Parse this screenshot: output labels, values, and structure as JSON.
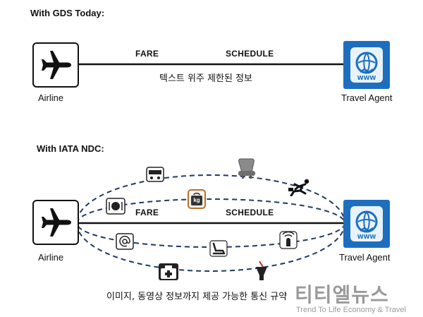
{
  "section_gds": {
    "heading": "With GDS Today:",
    "airline_label": "Airline",
    "agent_label": "Travel Agent",
    "fare_label": "FARE",
    "schedule_label": "SCHEDULE",
    "caption": "텍스트 위주 제한된 정보"
  },
  "section_ndc": {
    "heading": "With IATA NDC:",
    "airline_label": "Airline",
    "agent_label": "Travel Agent",
    "fare_label": "FARE",
    "schedule_label": "SCHEDULE",
    "kg_label": "kg",
    "caption": "이미지, 동영상 정보까지 제공 가능한 통신 규약"
  },
  "watermark": {
    "name": "티티엘뉴스",
    "tagline": "Trend To Life Economy & Travel"
  },
  "colors": {
    "agent_blue": "#1d6fbe",
    "dash_navy": "#1f3a66",
    "line": "#111111"
  },
  "icons": [
    "airplane-icon",
    "travel-agent-icon",
    "bus-icon",
    "seat-icon",
    "runner-icon",
    "meal-icon",
    "baggage-weight-icon",
    "email-icon",
    "legroom-seat-icon",
    "wifi-icon",
    "luggage-icon",
    "drink-icon"
  ]
}
